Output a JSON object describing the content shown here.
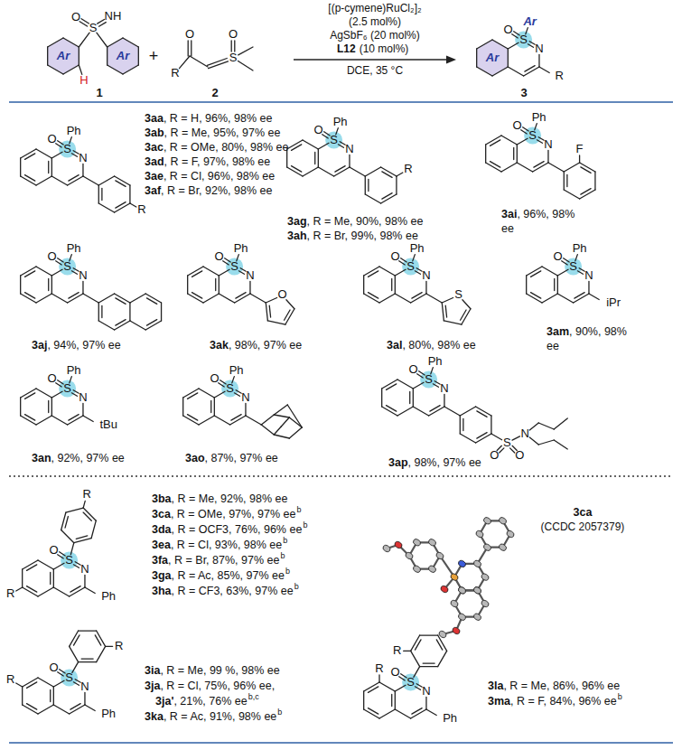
{
  "diagram": {
    "labels": [
      "O",
      "S",
      "NH",
      "Ar",
      "Ar",
      "H",
      "1",
      "+",
      "O",
      "O",
      "S",
      "R",
      "2",
      "[(p-cymene)RuCl₂]₂",
      "(2.5 mol%)",
      "AgSbF₆ (20 mol%)",
      "L12",
      "(10 mol%)",
      "DCE, 35 °C",
      "O",
      "Ar",
      "S",
      "N",
      "Ar",
      "R",
      "3",
      "O",
      "S",
      "Ph",
      "N",
      "R",
      "3aa",
      ", R = H, 96%, 98% ee",
      "3ab",
      ", R = Me, 95%, 97% ee",
      "3ac",
      ", R = OMe, 80%, 98% ee",
      "3ad",
      ", R = F, 97%, 98% ee",
      "3ae",
      ", R = Cl, 96%, 98% ee",
      "3af",
      ", R = Br, 92%, 98% ee",
      "O",
      "S",
      "Ph",
      "N",
      "R",
      "3ag",
      ", R = Me, 90%, 98% ee",
      "3ah",
      ", R = Br, 99%, 98% ee",
      "O",
      "S",
      "Ph",
      "N",
      "F",
      "3ai",
      ", 96%, 98%",
      "ee",
      "O",
      "S",
      "Ph",
      "N",
      "3aj",
      ", 94%, 97% ee",
      "O",
      "S",
      "Ph",
      "N",
      "O",
      "3ak",
      ", 98%, 97% ee",
      "O",
      "S",
      "Ph",
      "N",
      "S",
      "3al",
      ", 80%, 98% ee",
      "O",
      "S",
      "Ph",
      "N",
      "iPr",
      "3am",
      ", 90%, 98%",
      "ee",
      "O",
      "S",
      "Ph",
      "N",
      "tBu",
      "3an",
      ", 92%, 97% ee",
      "O",
      "S",
      "Ph",
      "N",
      "3ao",
      ", 87%, 97% ee",
      "O",
      "S",
      "Ph",
      "N",
      "S",
      "O",
      "O",
      "N",
      "3ap",
      ", 98%, 97% ee",
      "R",
      "O",
      "S",
      "N",
      "Ph",
      "R",
      "3ba",
      ", R = Me, 92%, 98% ee",
      "3ca",
      ", R = OMe, 97%, 97% ee",
      "b",
      "3da",
      ", R = OCF3, 76%, 96% ee",
      "b",
      "3ea",
      ", R = Cl, 93%, 98% ee",
      "b",
      "3fa",
      ", R = Br, 87%, 97% ee",
      "b",
      "3ga",
      ", R = Ac, 85%, 97% ee",
      "b",
      "3ha",
      ", R = CF3, 63%, 97% ee",
      "b",
      "3ca",
      "(CCDC 2057379)",
      "R",
      "O",
      "S",
      "N",
      "Ph",
      "R",
      "3ia",
      ", R = Me, 99 %, 98% ee",
      "3ja",
      ", R = Cl, 75%, 96% ee,",
      "3ja'",
      ", 21%, 76% ee",
      "b,c",
      "3ka",
      ", R = Ac, 91%, 98% ee",
      "b",
      "R",
      "R",
      "O",
      "S",
      "N",
      "Ph",
      "3la",
      ", R = Me, 86%, 96% ee",
      "3ma",
      ", R = F, 84%, 96% ee",
      "b"
    ]
  }
}
